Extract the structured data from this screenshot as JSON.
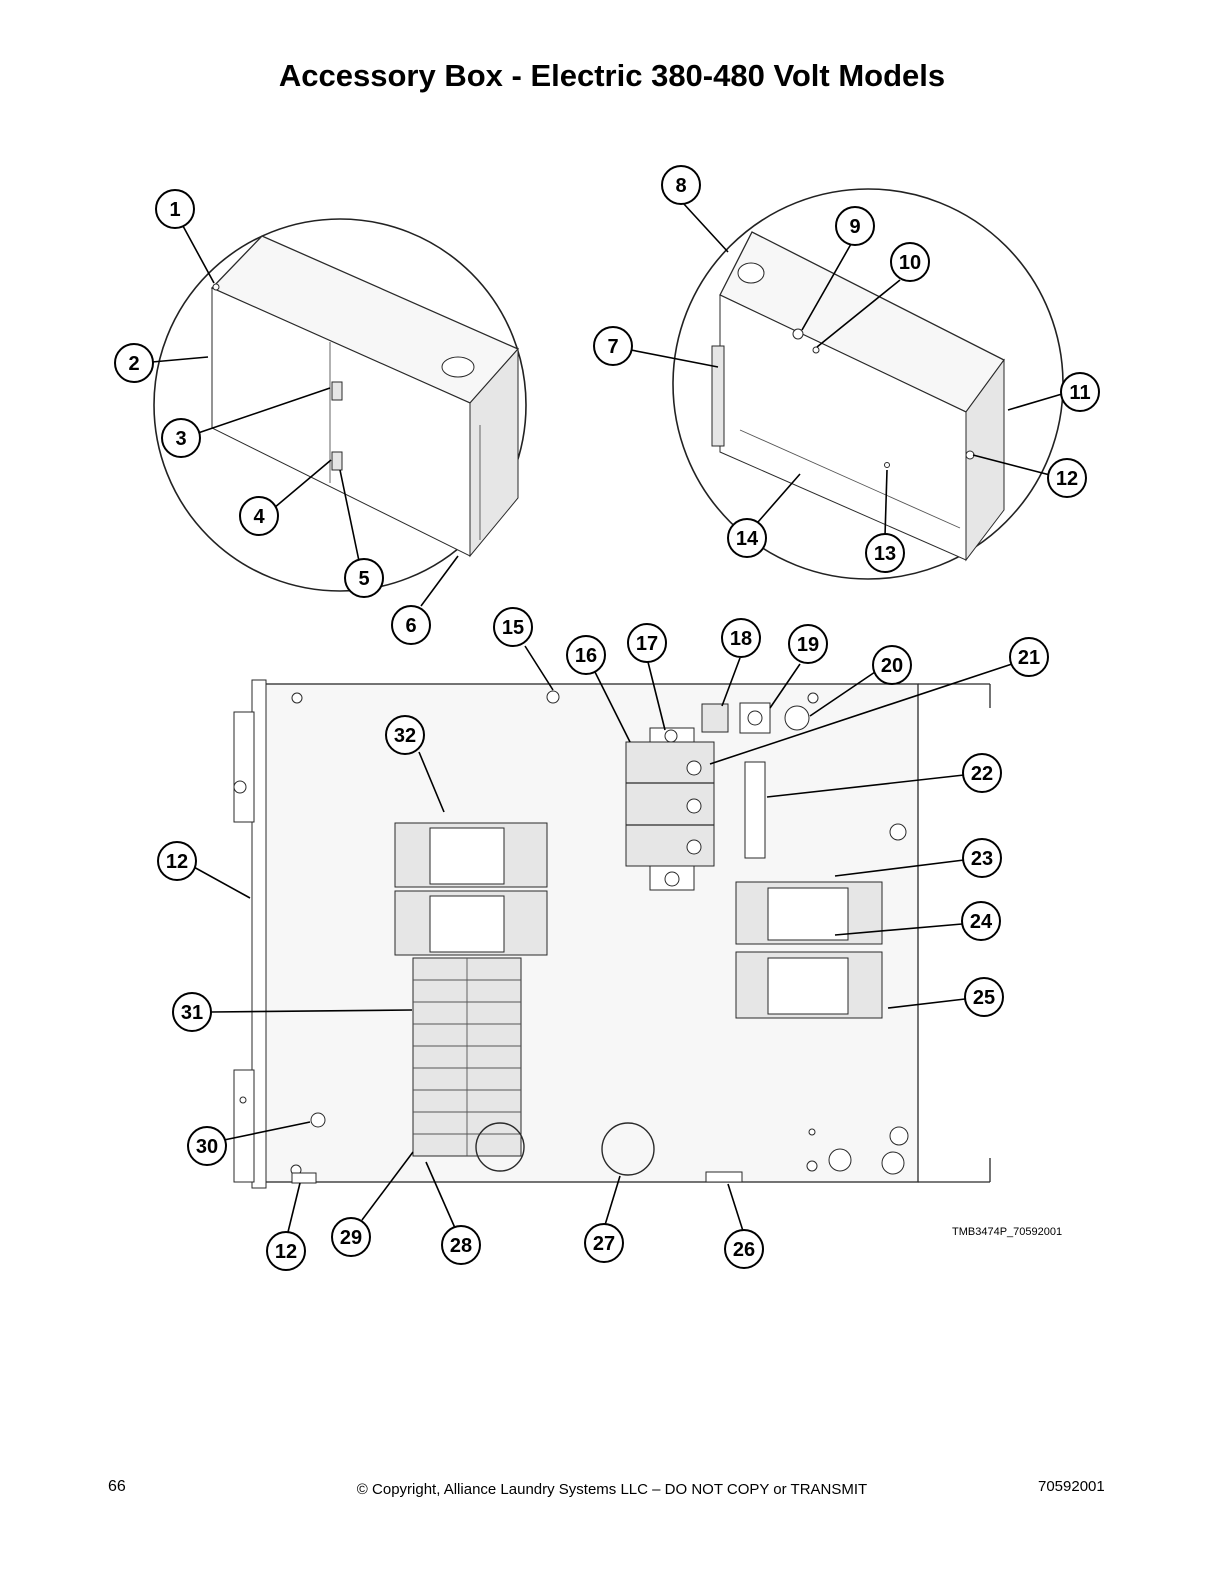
{
  "page": {
    "title": "Accessory Box - Electric 380-480 Volt Models",
    "drawing_id": "TMB3474P_70592001",
    "page_number": "66",
    "copyright": "© Copyright, Alliance Laundry Systems LLC – DO NOT COPY or TRANSMIT",
    "document_number": "70592001"
  },
  "callouts": {
    "c1": "1",
    "c2": "2",
    "c3": "3",
    "c4": "4",
    "c5": "5",
    "c6": "6",
    "c7": "7",
    "c8": "8",
    "c9": "9",
    "c10": "10",
    "c11": "11",
    "c12a": "12",
    "c13": "13",
    "c14": "14",
    "c15": "15",
    "c16": "16",
    "c17": "17",
    "c18": "18",
    "c19": "19",
    "c20": "20",
    "c21": "21",
    "c22": "22",
    "c23": "23",
    "c24": "24",
    "c25": "25",
    "c26": "26",
    "c27": "27",
    "c28": "28",
    "c29": "29",
    "c30": "30",
    "c31": "31",
    "c32": "32",
    "c12b": "12",
    "c12c": "12"
  }
}
